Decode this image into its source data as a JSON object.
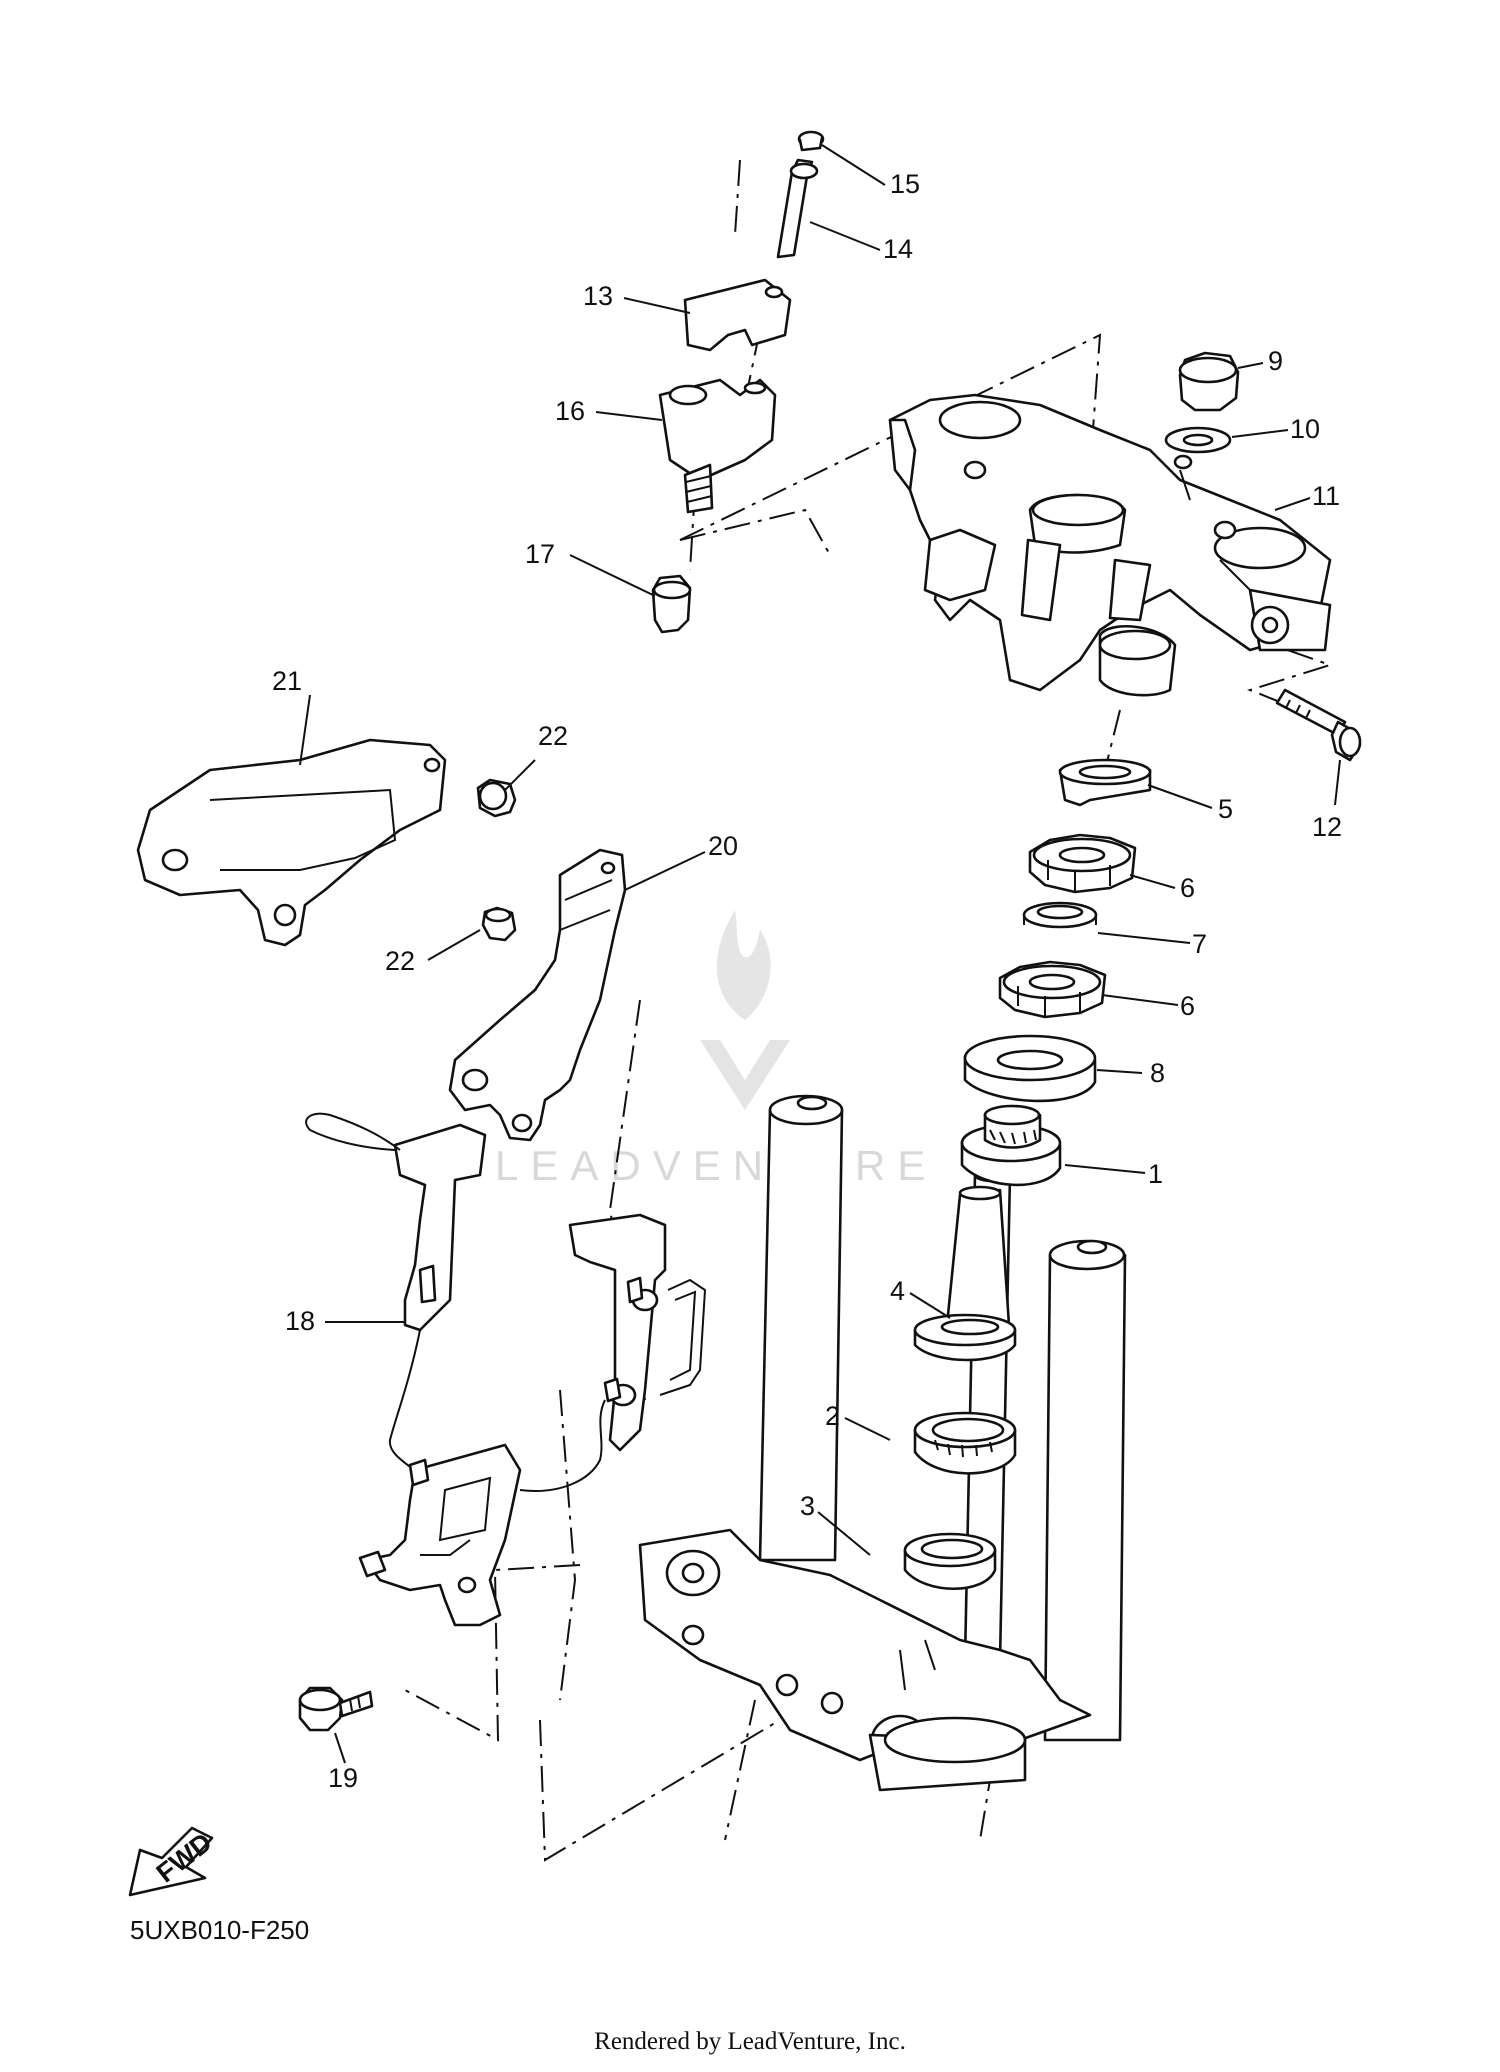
{
  "diagram": {
    "code": "5UXB010-F250",
    "footer": "Rendered by LeadVenture, Inc.",
    "watermark": "LEADVENTURE",
    "fwd_label": "FWD",
    "callouts": {
      "c1": "1",
      "c2": "2",
      "c3": "3",
      "c4": "4",
      "c5": "5",
      "c6a": "6",
      "c6b": "6",
      "c7": "7",
      "c8": "8",
      "c9": "9",
      "c10": "10",
      "c11": "11",
      "c12": "12",
      "c13": "13",
      "c14": "14",
      "c15": "15",
      "c16": "16",
      "c17": "17",
      "c18": "18",
      "c19": "19",
      "c20": "20",
      "c21": "21",
      "c22a": "22",
      "c22b": "22"
    }
  }
}
